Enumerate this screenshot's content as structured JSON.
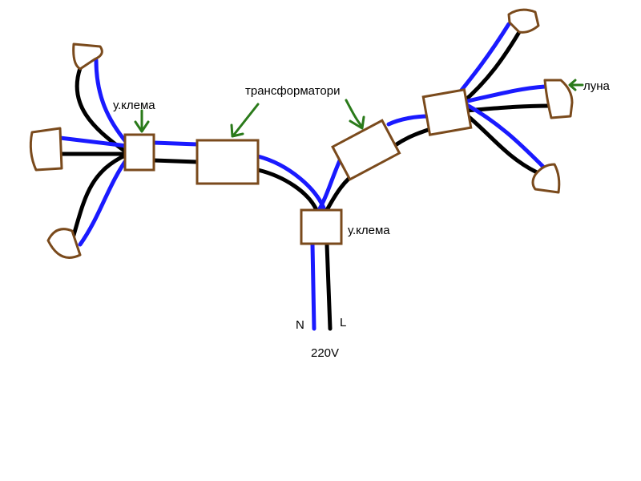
{
  "labels": {
    "terminal_left": "у.клема",
    "transformers": "трансформатори",
    "terminal_center": "у.клема",
    "lamp": "луна",
    "neutral": "N",
    "live": "L",
    "supply": "220V"
  },
  "colors": {
    "neutral_wire": "#1a1aff",
    "live_wire": "#000000",
    "component_outline": "#7a4a1c",
    "annotation_arrow": "#2a7a1a"
  }
}
